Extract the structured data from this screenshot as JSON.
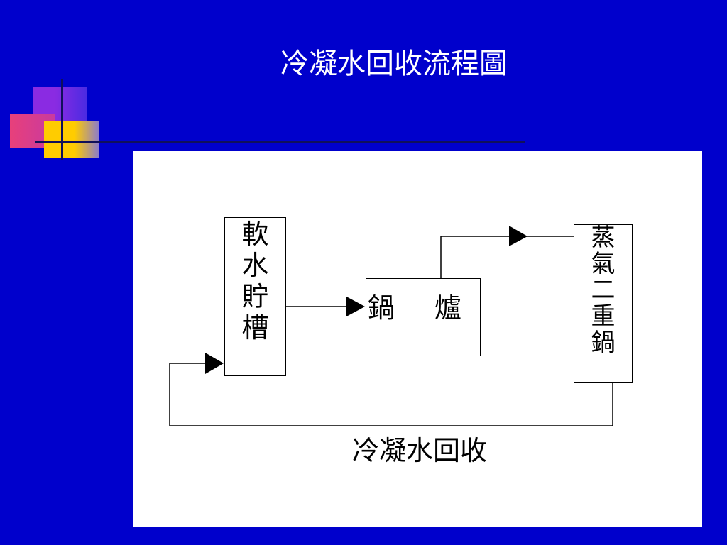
{
  "slide": {
    "title": "冷凝水回收流程圖",
    "background_color": "#0000cc",
    "panel_color": "#ffffff"
  },
  "decoration": {
    "squares": [
      "#8a2be2",
      "#e8407a",
      "#ffcc00"
    ]
  },
  "diagram": {
    "nodes": {
      "soft_water_tank": {
        "label": [
          "軟",
          "水",
          "貯",
          "槽"
        ]
      },
      "boiler": {
        "label": [
          "鍋",
          "爐"
        ]
      },
      "steam_kettle": {
        "label": [
          "蒸",
          "氣",
          "二",
          "重",
          "鍋"
        ]
      }
    },
    "return_label": "冷凝水回收",
    "edges": [
      {
        "from": "soft_water_tank",
        "to": "boiler"
      },
      {
        "from": "boiler",
        "to": "steam_kettle"
      },
      {
        "from": "steam_kettle",
        "to": "soft_water_tank",
        "label": "冷凝水回收"
      }
    ]
  }
}
